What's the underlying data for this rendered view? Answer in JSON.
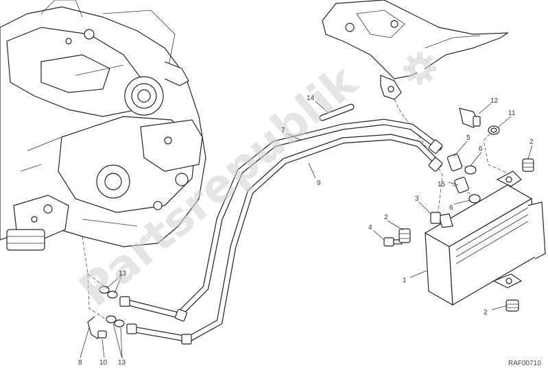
{
  "diagram": {
    "callouts": [
      "1",
      "2",
      "2",
      "2",
      "3",
      "4",
      "5",
      "6",
      "6",
      "7",
      "8",
      "9",
      "10",
      "11",
      "12",
      "13",
      "13",
      "14",
      "15"
    ],
    "reference_code": "RAF00710",
    "watermark": "Partsrepublik",
    "watermark_icon": "gear-icon",
    "colors": {
      "line": "#222222",
      "watermark": "#cfcfcf",
      "background": "#ffffff"
    }
  }
}
